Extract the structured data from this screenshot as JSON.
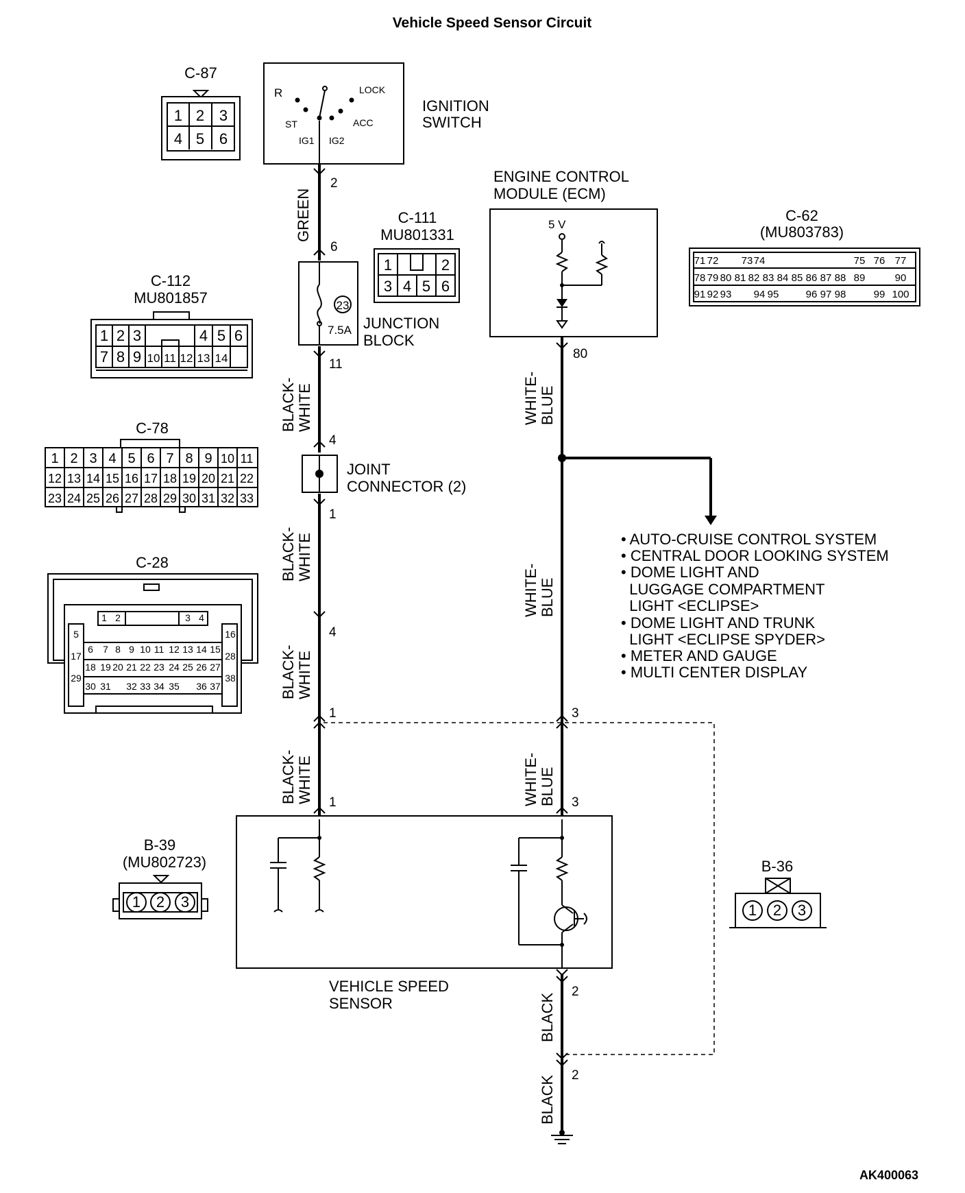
{
  "title": "Vehicle Speed Sensor Circuit",
  "figure_id": "AK400063",
  "ignition_switch": {
    "label_line1": "IGNITION",
    "label_line2": "SWITCH",
    "positions": [
      "R",
      "LOCK",
      "ST",
      "ACC",
      "IG1",
      "IG2"
    ]
  },
  "junction_block": {
    "line1": "JUNCTION",
    "line2": "BLOCK",
    "fuse_no": "23",
    "fuse_rating": "7.5A"
  },
  "joint_connector": {
    "line1": "JOINT",
    "line2": "CONNECTOR (2)"
  },
  "ecm": {
    "line1": "ENGINE CONTROL",
    "line2": "MODULE (ECM)",
    "supply": "5 V"
  },
  "sensor": {
    "line1": "VEHICLE SPEED",
    "line2": "SENSOR"
  },
  "wires": {
    "green": "GREEN",
    "bw1": "BLACK-",
    "bw2": "WHITE",
    "wb1": "WHITE-",
    "wb2": "BLUE",
    "black": "BLACK"
  },
  "pins": {
    "p2": "2",
    "p6": "6",
    "p11": "11",
    "p4a": "4",
    "p1a": "1",
    "p4b": "4",
    "p1b": "1",
    "p1c": "1",
    "p80": "80",
    "p3a": "3",
    "p3b": "3",
    "p2a": "2",
    "p2b": "2"
  },
  "branch_list": [
    "• AUTO-CRUISE CONTROL SYSTEM",
    "• CENTRAL DOOR LOOKING SYSTEM",
    "• DOME LIGHT AND",
    "  LUGGAGE COMPARTMENT",
    "  LIGHT <ECLIPSE>",
    "• DOME LIGHT AND TRUNK",
    "  LIGHT <ECLIPSE SPYDER>",
    "• METER AND GAUGE",
    "• MULTI CENTER DISPLAY"
  ],
  "connectors": {
    "c87": {
      "name": "C-87",
      "pins": [
        "1",
        "2",
        "3",
        "4",
        "5",
        "6"
      ]
    },
    "c111": {
      "name": "C-111",
      "part": "MU801331",
      "pins": [
        "1",
        "2",
        "3",
        "4",
        "5",
        "6"
      ]
    },
    "c112": {
      "name": "C-112",
      "part": "MU801857",
      "pins": [
        "1",
        "2",
        "3",
        "4",
        "5",
        "6",
        "7",
        "8",
        "9",
        "10",
        "11",
        "12",
        "13",
        "14"
      ]
    },
    "c78": {
      "name": "C-78",
      "pins": [
        "1",
        "2",
        "3",
        "4",
        "5",
        "6",
        "7",
        "8",
        "9",
        "10",
        "11",
        "12",
        "13",
        "14",
        "15",
        "16",
        "17",
        "18",
        "19",
        "20",
        "21",
        "22",
        "23",
        "24",
        "25",
        "26",
        "27",
        "28",
        "29",
        "30",
        "31",
        "32",
        "33"
      ]
    },
    "c28": {
      "name": "C-28",
      "pins": [
        "1",
        "2",
        "3",
        "4",
        "5",
        "6",
        "7",
        "8",
        "9",
        "10",
        "11",
        "12",
        "13",
        "14",
        "15",
        "16",
        "17",
        "18",
        "19",
        "20",
        "21",
        "22",
        "23",
        "24",
        "25",
        "26",
        "27",
        "28",
        "29",
        "30",
        "31",
        "32",
        "33",
        "34",
        "35",
        "36",
        "37",
        "38"
      ]
    },
    "c62": {
      "name": "C-62",
      "part": "(MU803783)",
      "pins": [
        "71",
        "72",
        "73",
        "74",
        "75",
        "76",
        "77",
        "78",
        "79",
        "80",
        "81",
        "82",
        "83",
        "84",
        "85",
        "86",
        "87",
        "88",
        "89",
        "90",
        "91",
        "92",
        "93",
        "94",
        "95",
        "96",
        "97",
        "98",
        "99",
        "100"
      ]
    },
    "b39": {
      "name": "B-39",
      "part": "(MU802723)",
      "pins": [
        "1",
        "2",
        "3"
      ]
    },
    "b36": {
      "name": "B-36",
      "pins": [
        "1",
        "2",
        "3"
      ]
    }
  }
}
